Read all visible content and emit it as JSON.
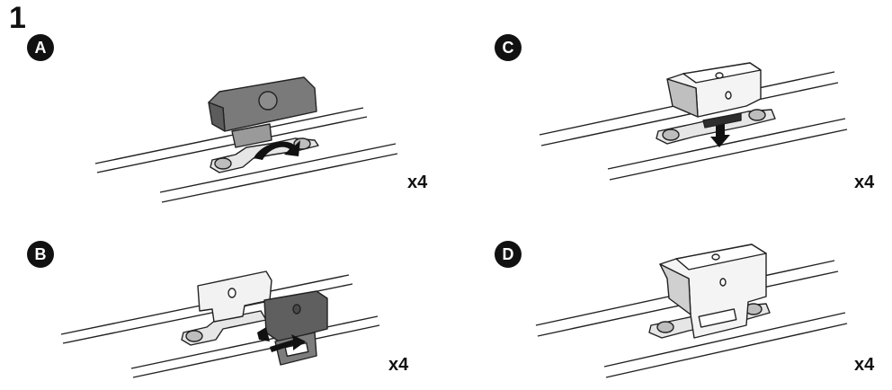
{
  "step": {
    "number": "1"
  },
  "panels": [
    {
      "letter": "A",
      "quantity": "x4"
    },
    {
      "letter": "B",
      "quantity": "x4"
    },
    {
      "letter": "C",
      "quantity": "x4"
    },
    {
      "letter": "D",
      "quantity": "x4"
    }
  ],
  "colors": {
    "ink": "#222222",
    "dark_fill": "#6b6b6b",
    "mid_fill": "#a9a9a9",
    "light_fill": "#e6e6e6"
  },
  "icons": [
    "curved-arrow-icon",
    "down-arrow-icon",
    "right-arrow-icon"
  ]
}
